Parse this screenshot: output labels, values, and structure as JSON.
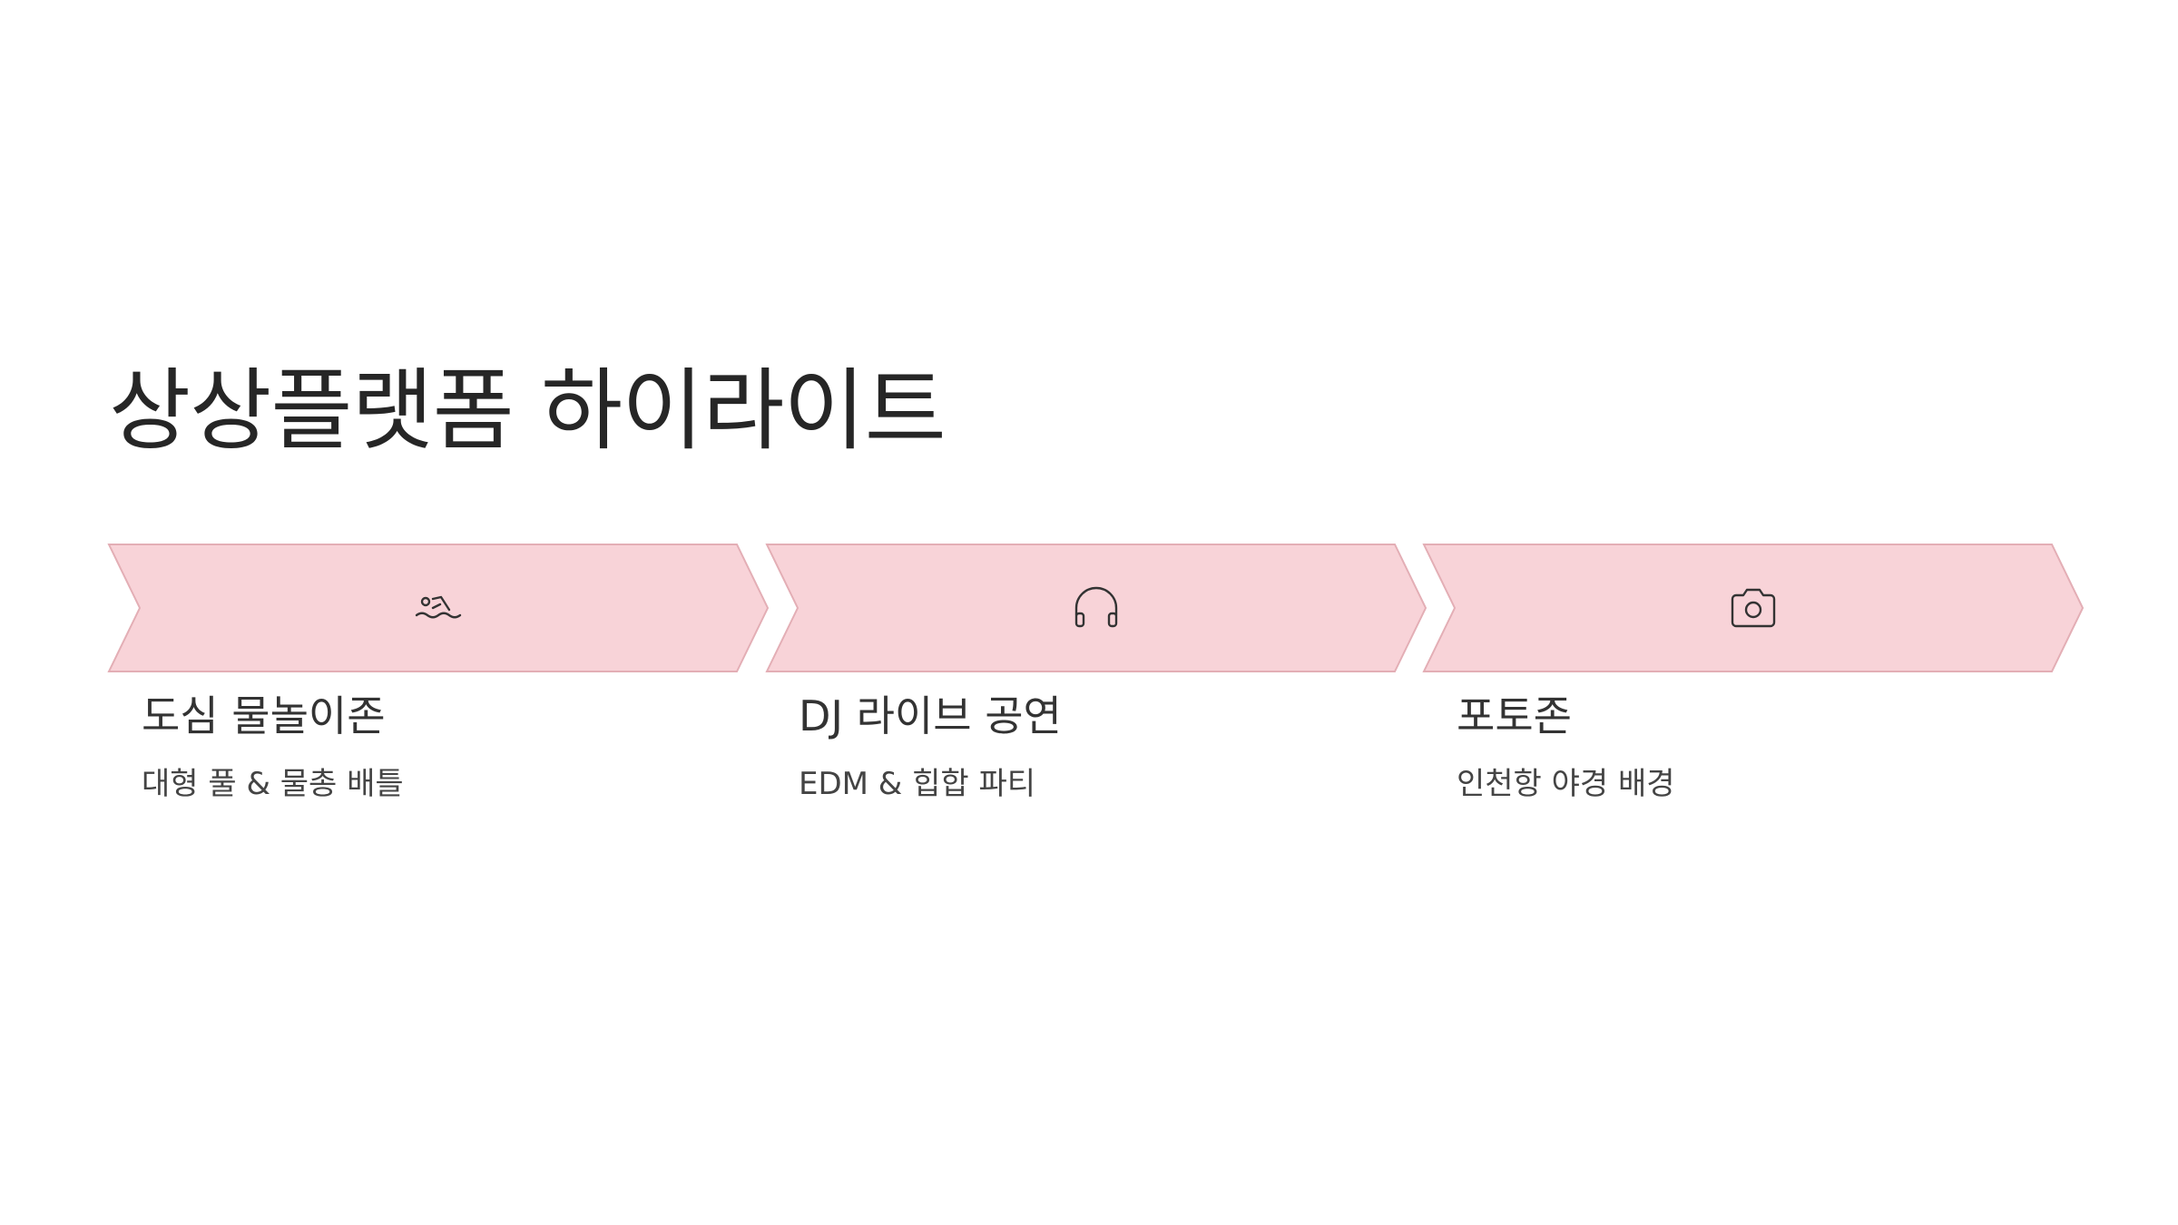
{
  "slide": {
    "title": "상상플랫폼 하이라이트"
  },
  "steps": [
    {
      "icon": "swimmer-icon",
      "label": "도심 물놀이존",
      "description": "대형 풀 & 물총 배틀"
    },
    {
      "icon": "headphones-icon",
      "label": "DJ 라이브 공연",
      "description": "EDM & 힙합 파티"
    },
    {
      "icon": "camera-icon",
      "label": "포토존",
      "description": "인천항 야경 배경"
    }
  ],
  "colors": {
    "chevron_fill": "#f8d3d8",
    "chevron_stroke": "#e3aeb5",
    "icon_stroke": "#333333",
    "title_text": "#262626"
  }
}
